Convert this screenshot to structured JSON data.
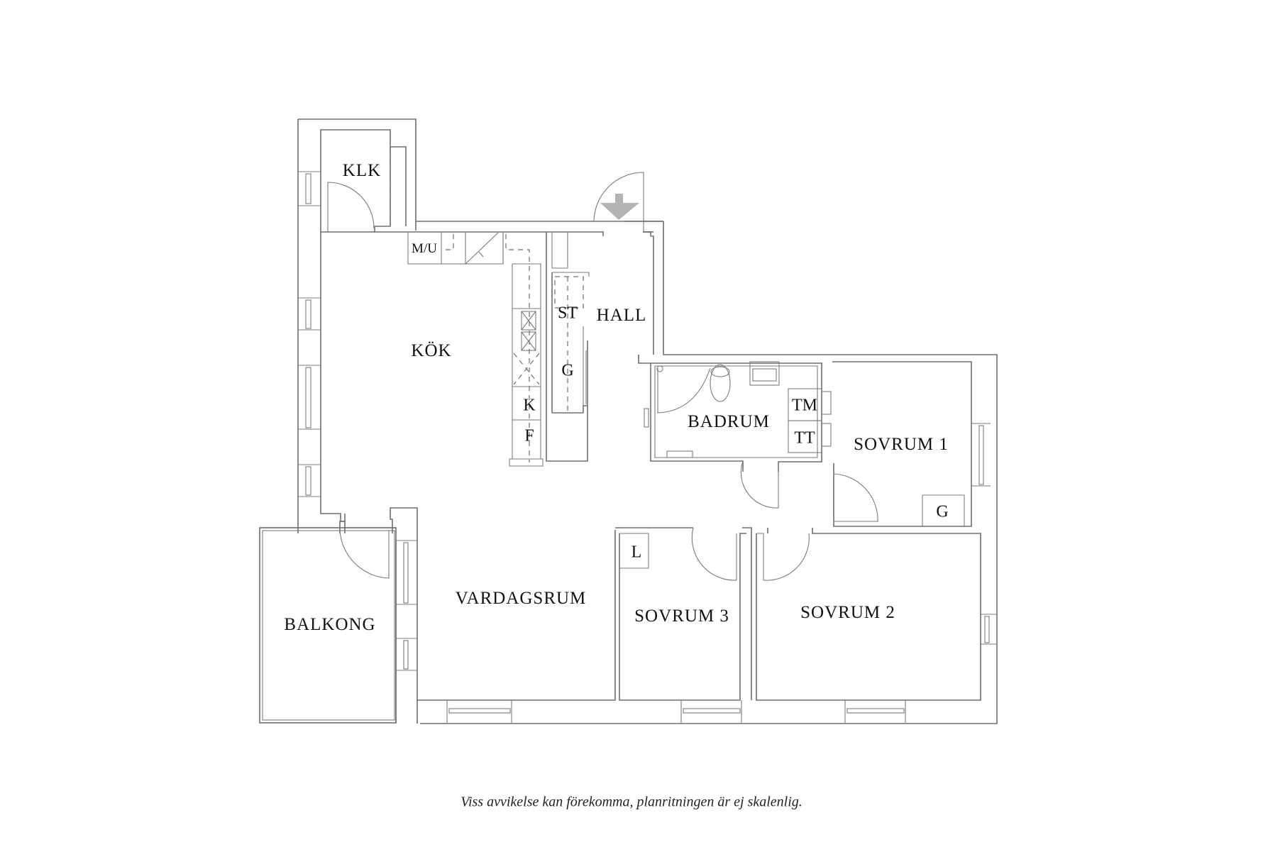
{
  "floor_plan": {
    "rooms": {
      "klk": "KLK",
      "kok": "KÖK",
      "hall": "HALL",
      "badrum": "BADRUM",
      "sovrum1": "SOVRUM 1",
      "sovrum2": "SOVRUM 2",
      "sovrum3": "SOVRUM 3",
      "vardagsrum": "VARDAGSRUM",
      "balkong": "BALKONG"
    },
    "fixtures": {
      "mu": "M/U",
      "st": "ST",
      "g_hall": "G",
      "k": "K",
      "f": "F",
      "tm": "TM",
      "tt": "TT",
      "g_sovrum1": "G",
      "l": "L"
    },
    "entrance_marker": "arrow-down-icon",
    "line_color": "#6e6e6e",
    "entrance_arrow_color": "#b3b3b3"
  },
  "footer": {
    "disclaimer": "Viss avvikelse kan förekomma, planritningen är ej skalenlig."
  }
}
